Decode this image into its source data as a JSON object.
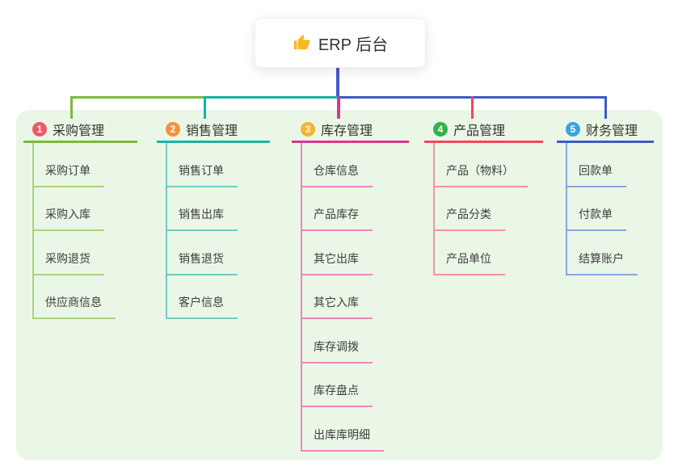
{
  "root": {
    "label": "ERP 后台",
    "icon": "thumbs-up-icon",
    "icon_color": "#f5b928"
  },
  "colors": {
    "canvas_bg": "#ffffff",
    "panel_bg": "#ebf7e6",
    "stem": "#4a59ce",
    "text": "#333333"
  },
  "branches": [
    {
      "index": "1",
      "label": "采购管理",
      "badge_color": "#f25767",
      "line_color": "#7cb93e",
      "light_color": "#a9d37e",
      "items": [
        "采购订单",
        "采购入库",
        "采购退货",
        "供应商信息"
      ]
    },
    {
      "index": "2",
      "label": "销售管理",
      "badge_color": "#f6913e",
      "line_color": "#14b5a4",
      "light_color": "#6fccc2",
      "items": [
        "销售订单",
        "销售出库",
        "销售退货",
        "客户信息"
      ]
    },
    {
      "index": "3",
      "label": "库存管理",
      "badge_color": "#f6b52e",
      "line_color": "#d8378f",
      "light_color": "#ef86c0",
      "items": [
        "仓库信息",
        "产品库存",
        "其它出库",
        "其它入库",
        "库存调拨",
        "库存盘点",
        "出库库明细"
      ]
    },
    {
      "index": "4",
      "label": "产品管理",
      "badge_color": "#33b24c",
      "line_color": "#f4465c",
      "light_color": "#f7919c",
      "items": [
        "产品（物料）",
        "产品分类",
        "产品单位"
      ]
    },
    {
      "index": "5",
      "label": "财务管理",
      "badge_color": "#38a5e0",
      "line_color": "#3d5bc7",
      "light_color": "#8ba4de",
      "items": [
        "回款单",
        "付款单",
        "结算账户"
      ]
    }
  ]
}
